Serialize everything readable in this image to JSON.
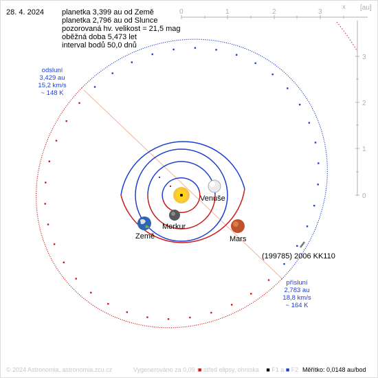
{
  "date": "28. 4. 2024",
  "info": {
    "line1": "planetka 3,399 au od Země",
    "line2": "planetka 2,796 au od Slunce",
    "line3": "pozorovaná hv. velikost = 21,5 mag",
    "line4": "oběžná doba 5,473 let",
    "line5": "interval bodů 50,0 dnů"
  },
  "axis": {
    "x_label": "x",
    "unit": "[au]",
    "ticks_x": [
      "0",
      "1",
      "2",
      "3"
    ],
    "ticks_y": [
      "3",
      "2",
      "1",
      "0"
    ]
  },
  "aphelion": {
    "title": "odsluní",
    "distance": "3,429 au",
    "speed": "15,2 km/s",
    "temp": "~ 148 K"
  },
  "perihelion": {
    "title": "přísluní",
    "distance": "2,783 au",
    "speed": "18,8 km/s",
    "temp": "~ 164 K"
  },
  "bodies": {
    "venus": "Venuše",
    "mercury": "Merkur",
    "earth": "Země",
    "mars": "Mars",
    "asteroid": "(199785) 2006 KK110"
  },
  "footer": {
    "copyright": "© 2024 Astronomia, astronomia.zcu.cz",
    "generated": "Vygenerováno za 0,09 s",
    "center_legend": "střed elipsy, ohniska",
    "f1": "F1 a",
    "f2": "F2",
    "scale": "Měřítko: 0,0148 au/bod"
  },
  "colors": {
    "orbit_blue": "#1d3fd0",
    "orbit_red": "#cc1b1b",
    "apsis_line": "#f0b49a",
    "axis_gray": "#b0b0b0"
  }
}
